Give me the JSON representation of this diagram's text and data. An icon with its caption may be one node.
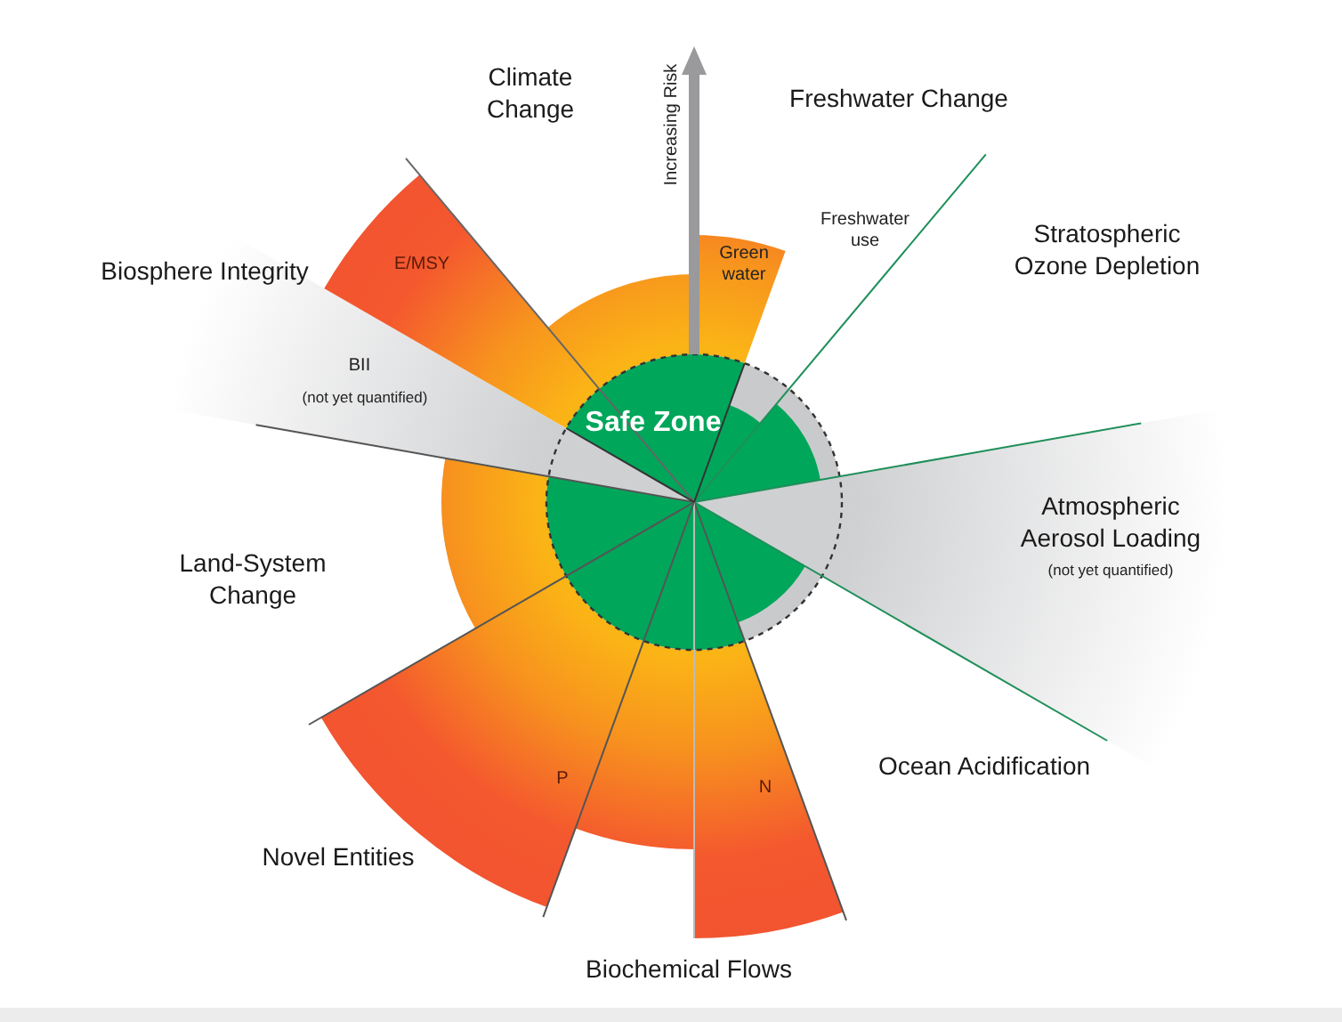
{
  "diagram": {
    "labels": [
      "Climate Change",
      "Increasing Risk",
      "Freshwater Change",
      "Freshwater use",
      "Stratospheric Ozone Depletion",
      "Biosphere Integrity",
      "E/MSY",
      "Green water",
      "BII",
      "(not yet quantified)",
      "Safe Zone",
      "Atmospheric Aerosol Loading",
      "(not yet quantified)",
      "Land-System Change",
      "Ocean Acidification",
      "P",
      "N",
      "Novel Entities",
      "Biochemical Flows"
    ]
  }
}
